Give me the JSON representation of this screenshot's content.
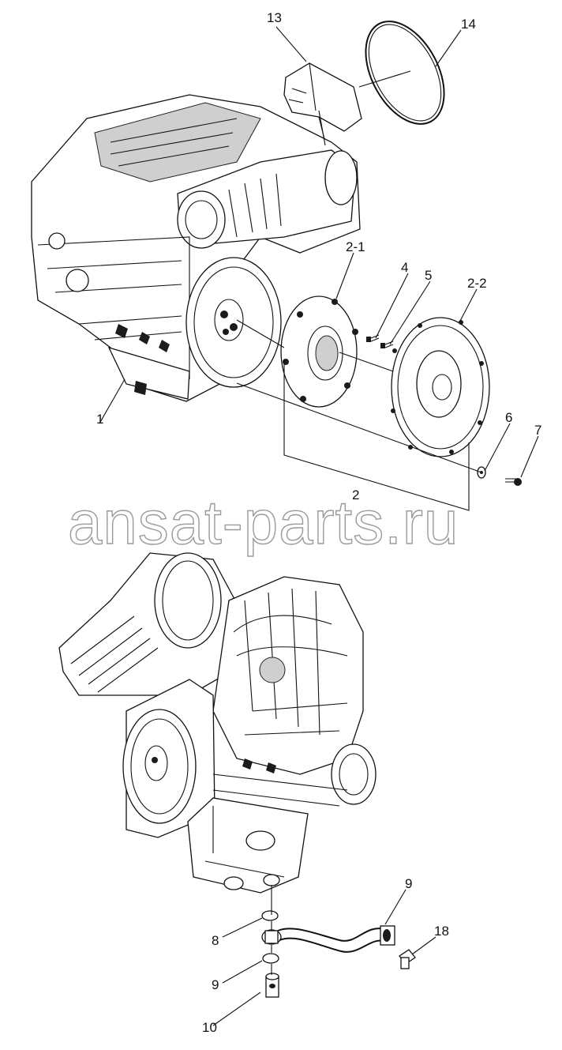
{
  "callouts": {
    "c13": "13",
    "c14": "14",
    "c2_1": "2-1",
    "c4": "4",
    "c5": "5",
    "c2_2": "2-2",
    "c1": "1",
    "c6": "6",
    "c7": "7",
    "c2": "2",
    "c9a": "9",
    "c18": "18",
    "c8": "8",
    "c9b": "9",
    "c10": "10"
  },
  "watermark": "ansat-parts.ru"
}
